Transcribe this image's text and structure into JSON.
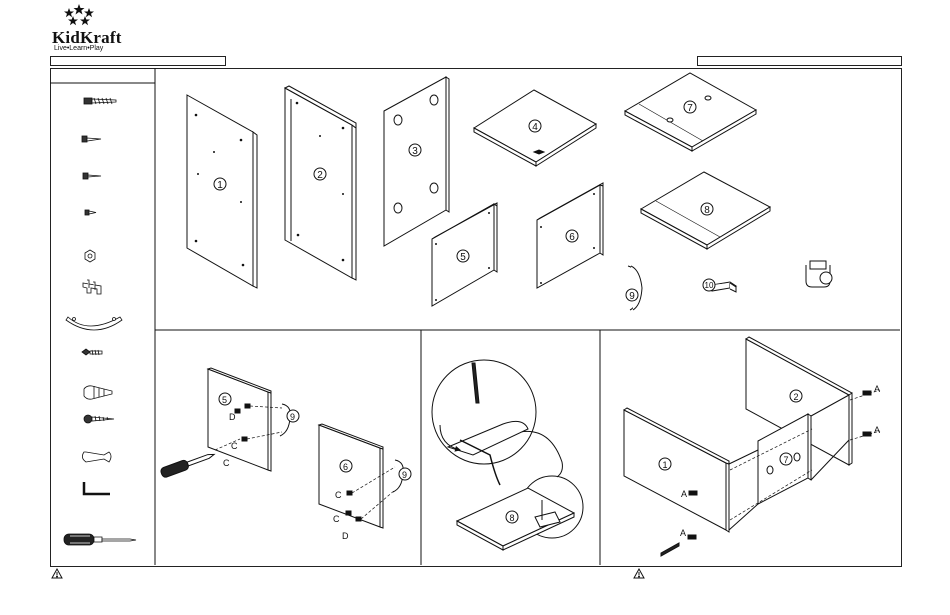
{
  "brand": {
    "name": "KidKraft",
    "tagline": "Live•Learn•Play"
  },
  "parts": [
    {
      "num": "1"
    },
    {
      "num": "2"
    },
    {
      "num": "3"
    },
    {
      "num": "4"
    },
    {
      "num": "5"
    },
    {
      "num": "6"
    },
    {
      "num": "7"
    },
    {
      "num": "8"
    },
    {
      "num": "9"
    },
    {
      "num": "10"
    }
  ],
  "step1": {
    "labels": {
      "5": "5",
      "6": "6",
      "9": "9",
      "c": "C",
      "d": "D"
    }
  },
  "step2": {
    "labels": {
      "8": "8"
    }
  },
  "step3": {
    "labels": {
      "1": "1",
      "2": "2",
      "7": "7",
      "a": "A"
    }
  },
  "footer": {
    "warning_icon": "warning-triangle-icon"
  }
}
